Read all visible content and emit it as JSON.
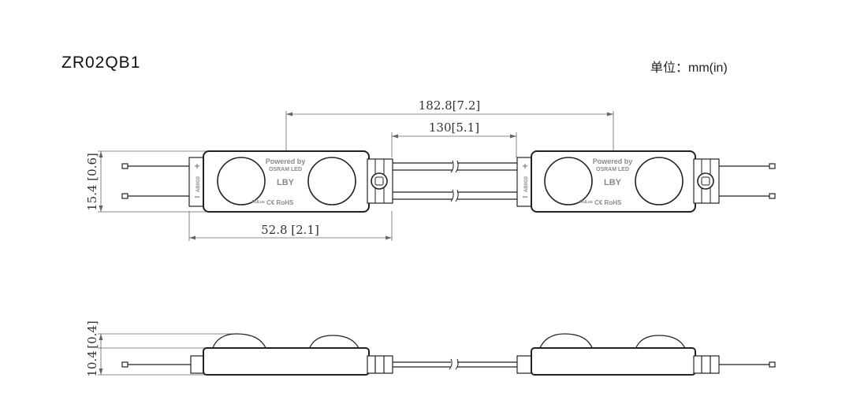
{
  "title": "ZR02QB1",
  "unit_label": "单位：mm(in)",
  "dimensions": {
    "pitch_max": "182.8[7.2]",
    "pitch_min": "130[5.1]",
    "module_length": "52.8 [2.1]",
    "module_width": "15.4 [0.6]",
    "height_total": "10.4",
    "height_lens": "[0.4]"
  },
  "module_markings": {
    "powered_by": "Powered by",
    "brand": "OSRAM LED",
    "color_code": "LBY",
    "certifications": "ᴿᵁᴸᵘˢ C€ RoHS",
    "polarity_plus": "+",
    "polarity_minus": "−",
    "side_code": "AB0G0"
  },
  "colors": {
    "line": "#222222",
    "dimension_line": "#666666",
    "marking": "#8a8a8a"
  }
}
